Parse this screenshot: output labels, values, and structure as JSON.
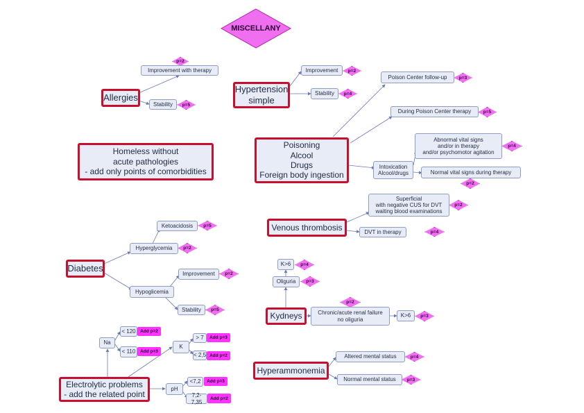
{
  "title": "MISCELLANY",
  "colors": {
    "main_border": "#c8102e",
    "node_fill": "#e8ecf7",
    "badge": "#f06ef0",
    "tag": "#ff33ff",
    "edge": "#6a78b8"
  },
  "allergies": {
    "label": "Allergies",
    "improvement": "Improvement with therapy",
    "improvement_p": "p=2",
    "stability": "Stability",
    "stability_p": "p=5"
  },
  "hypertension": {
    "label": "Hypertension\nsimple",
    "improvement": "Improvement",
    "improvement_p": "p=2",
    "stability": "Stability",
    "stability_p": "p=4"
  },
  "homeless": {
    "label": "Homeless without\nacute pathologies\n- add only points of comorbidities"
  },
  "poisoning": {
    "label": "Poisoning\nAlcool\nDrugs\nForeign body ingestion",
    "followup": "Poison Center follow-up",
    "followup_p": "p=3",
    "during": "During Poison Center therapy",
    "during_p": "p=5",
    "intoxication": "Intoxication\nAlcool/drugs",
    "abnormal": "Abnormal vital signs\nand/or in therapy\nand/or psychomotor agitation",
    "abnormal_p": "p=4",
    "normal": "Normal vital signs during therapy",
    "normal_p": "p=2"
  },
  "venous": {
    "label": "Venous thrombosis",
    "superficial": "Superficial\nwith negative CUS for DVT\nwaiting blood examinations",
    "superficial_p": "p=2",
    "dvt": "DVT in therapy",
    "dvt_p": "p=4"
  },
  "diabetes": {
    "label": "Diabetes",
    "ketoacidosis": "Ketoacidosis",
    "ketoacidosis_p": "p=5",
    "hyperglycemia": "Hyperglycemia",
    "hyperglycemia_p": "p=2",
    "hypoglicemia": "Hypoglicemia",
    "improvement": "Improvement",
    "improvement_p": "p=2",
    "stability": "Stability",
    "stability_p": "p=5"
  },
  "kidneys": {
    "label": "Kydneys",
    "k6_top": "K>6",
    "k6_top_p": "p=4",
    "oliguria": "Oliguria",
    "oliguria_p": "p=3",
    "renal": "Chronic/acute renal failure\nno oliguria",
    "renal_p": "p=2",
    "k6": "K>6",
    "k6_p": "p=3"
  },
  "electrolytic": {
    "label": "Electrolytic problems\n- add the related point",
    "na": "Na",
    "na_lt120": "< 120",
    "na_lt120_tag": "Add p=2",
    "na_lt110": "< 110",
    "na_lt110_tag": "Add p=3",
    "k": "K",
    "k_gt7": "> 7",
    "k_gt7_tag": "Add p=3",
    "k_lt25": "< 2,5",
    "k_lt25_tag": "Add p=2",
    "ph": "pH",
    "ph_lt72": "<7,2",
    "ph_lt72_tag": "Add p=3",
    "ph_range": "7,2-7,35",
    "ph_range_tag": "Add p=2"
  },
  "hyperammonemia": {
    "label": "Hyperammonemia",
    "altered": "Altered mental status",
    "altered_p": "p=4",
    "normal": "Normal mental status",
    "normal_p": "p=3"
  }
}
